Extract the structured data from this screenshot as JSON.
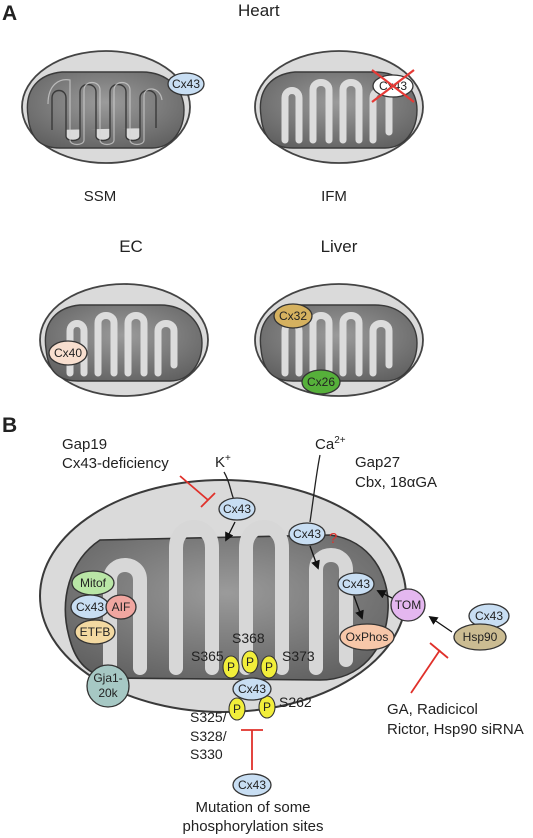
{
  "panel_a": {
    "letter": "A",
    "heart_title": "Heart",
    "ssm_label": "SSM",
    "ifm_label": "IFM",
    "ec_title": "EC",
    "liver_title": "Liver",
    "chips": {
      "ssm": "Cx43",
      "ifm": "Cx43",
      "ec": "Cx40",
      "liver_top": "Cx32",
      "liver_bottom": "Cx26"
    }
  },
  "panel_b": {
    "letter": "B",
    "inhibitor_left": [
      "Gap19",
      "Cx43-deficiency"
    ],
    "potassium": "K",
    "potassium_sup": "+",
    "calcium": "Ca",
    "calcium_sup": "2+",
    "inhibitor_right": [
      "Gap27",
      "Cbx, 18αGA"
    ],
    "question_mark": "?",
    "chips": {
      "cx43_top": "Cx43",
      "cx43_mid": "Cx43",
      "cx43_right": "Cx43",
      "mitof": "Mitof",
      "cx43_left": "Cx43",
      "aif": "AIF",
      "etfb": "ETFB",
      "oxphos": "OxPhos",
      "tom": "TOM",
      "cx43_outside": "Cx43",
      "hsp90": "Hsp90",
      "gja1_line1": "Gja1-",
      "gja1_line2": "20k",
      "cx43_center": "Cx43",
      "cx43_bottom": "Cx43",
      "phospho": "P"
    },
    "sites": {
      "s368": "S368",
      "s365": "S365",
      "s373": "S373",
      "s262": "S262",
      "s325": "S325/",
      "s328": "S328/",
      "s330": "S330"
    },
    "hsp90_inhibitors": [
      "GA, Radicicol",
      "Rictor, Hsp90 siRNA"
    ],
    "mutation_note": [
      "Mutation of some",
      "phosphorylation sites"
    ]
  },
  "colors": {
    "cx43": "#c8def3",
    "mitof": "#b9e6a6",
    "aif": "#f0a6a0",
    "etfb": "#f3d9a1",
    "oxphos": "#f7c7a9",
    "tom": "#e4b7ef",
    "hsp90": "#cbbc92",
    "gja1": "#a6c8c4",
    "cx32": "#d5b15f",
    "cx26": "#56b03a",
    "cx40": "#f8dfcf",
    "phospho": "#f2ee3a",
    "inhibitor": "#e0302a",
    "cross": "#e63a36"
  }
}
